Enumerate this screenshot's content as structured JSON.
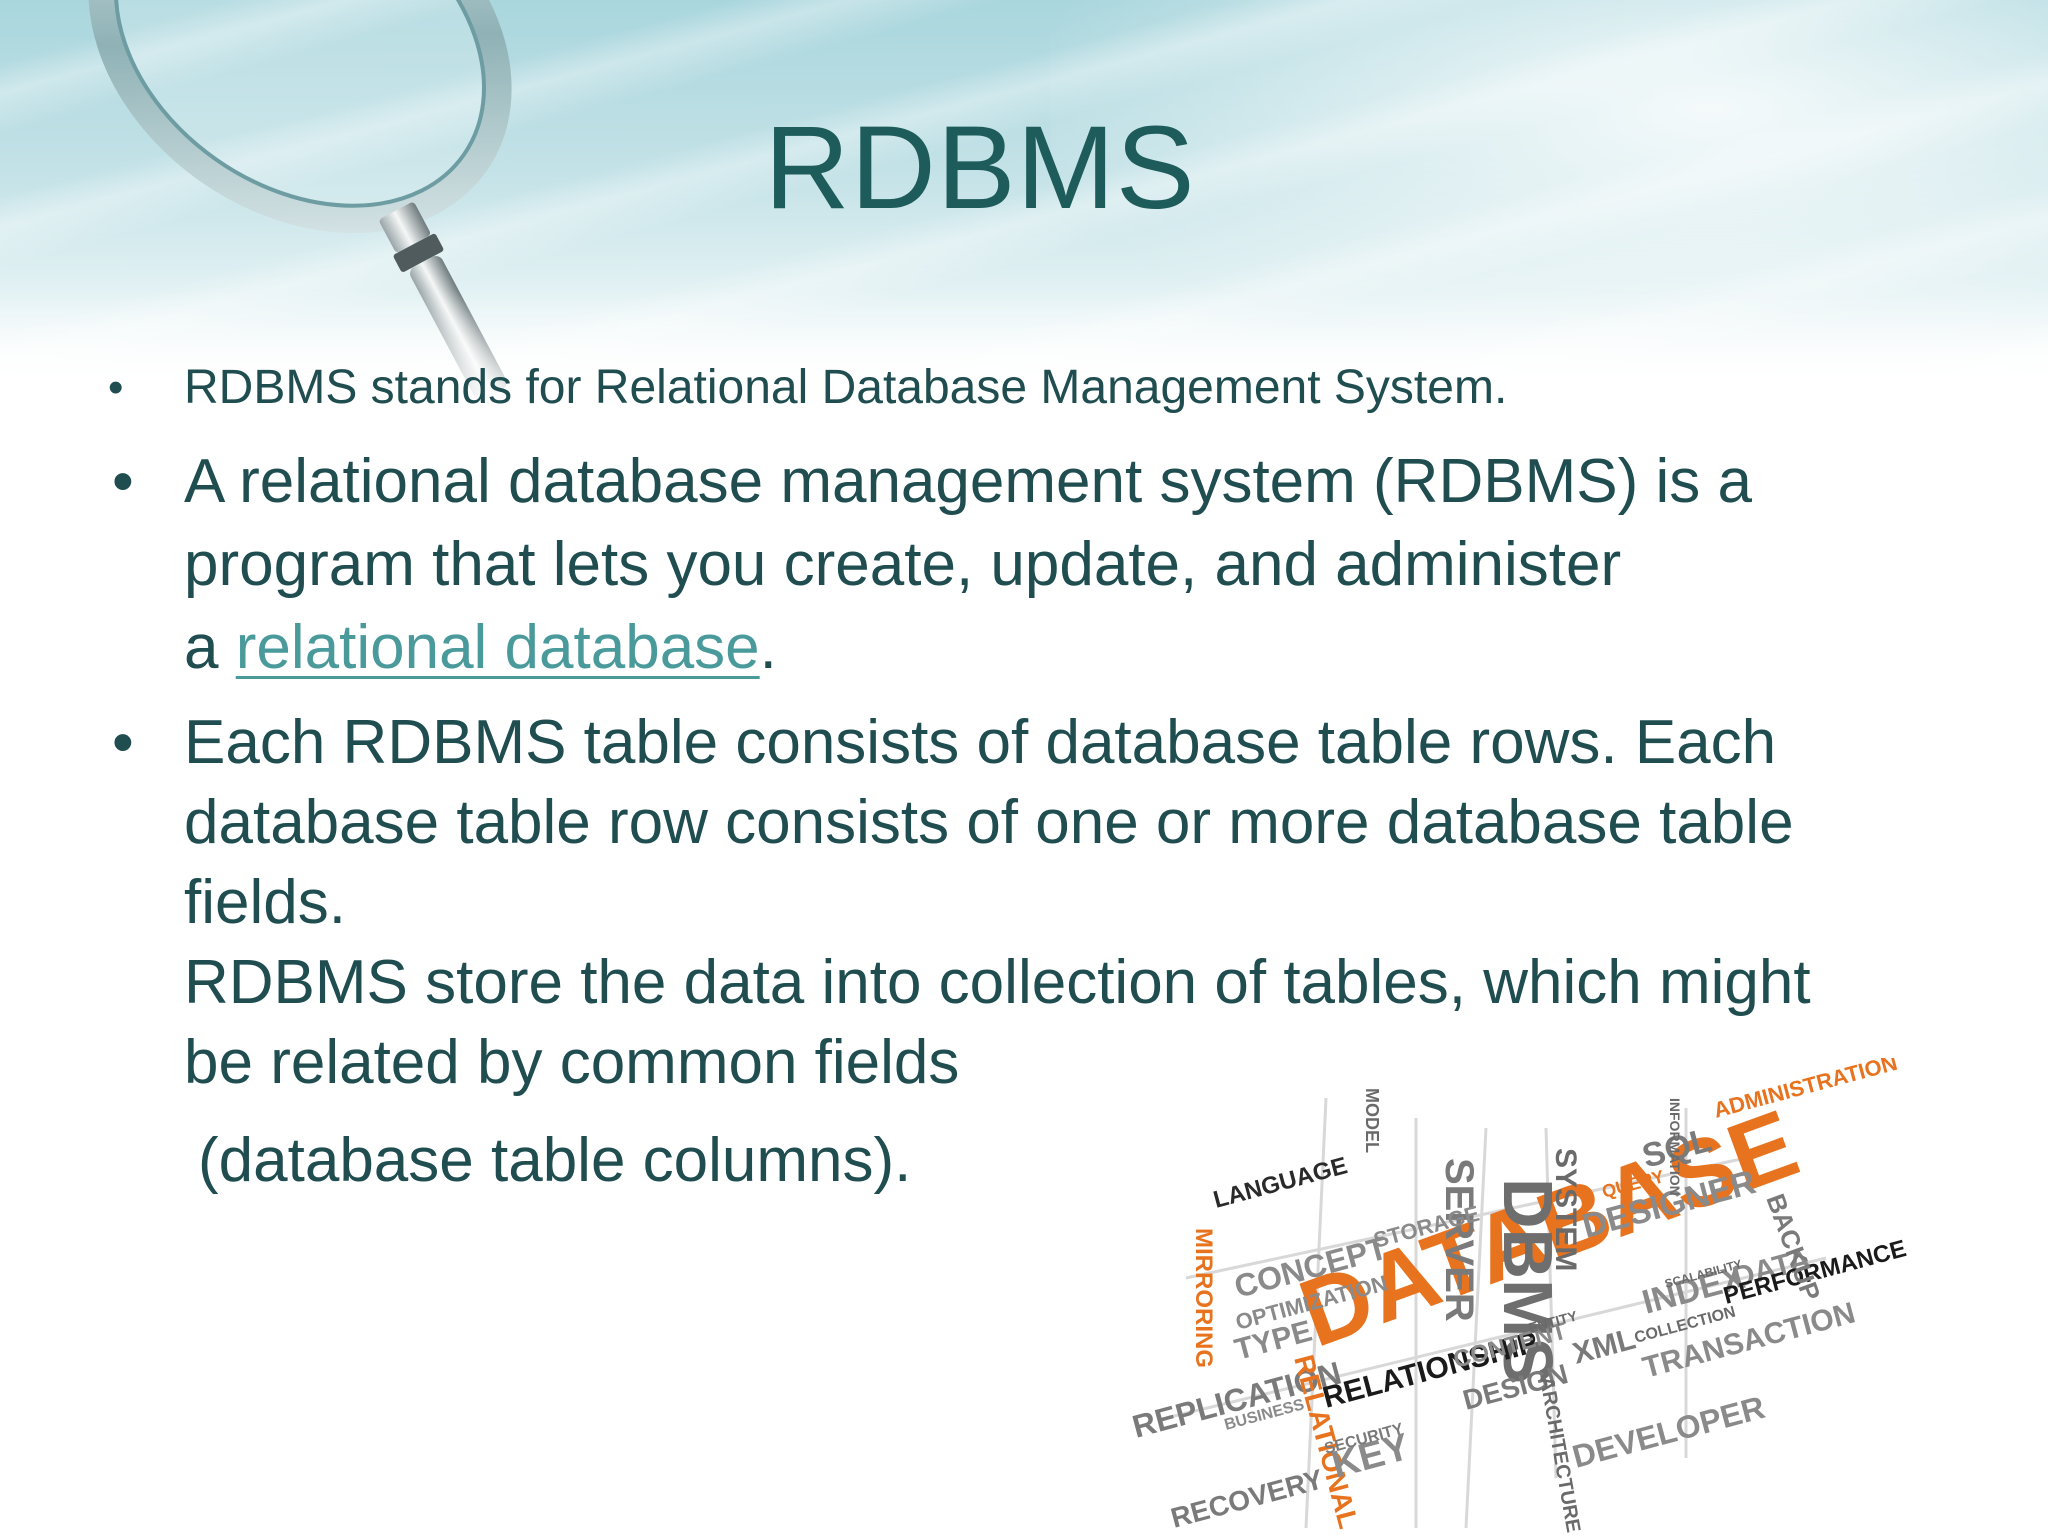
{
  "slide": {
    "title": "RDBMS",
    "bullets": {
      "b1": "RDBMS stands for Relational Database Management System.",
      "b2": {
        "line1": "A relational database management system (RDBMS) is a",
        "line2": "program that lets you create, update, and administer",
        "line3_prefix": "a ",
        "link": "relational database",
        "line3_suffix": "."
      },
      "b3": {
        "line1": "Each RDBMS table consists of database table rows. Each",
        "line2": "database table row consists of one or more database table",
        "line3": "fields.",
        "line4": "RDBMS store the data into collection of tables, which might",
        "line5": "be related by common fields",
        "line6": "(database table columns)."
      }
    },
    "bullet_symbol": "•",
    "colors": {
      "title": "#1d5c5a",
      "text": "#1f4d50",
      "link": "#4a9a9c",
      "accent_orange": "#e8731f"
    }
  },
  "word_cloud": {
    "words": [
      "DATABASE",
      "DBMS",
      "SERVER",
      "SYSTEM",
      "SQL",
      "ADMINISTRATION",
      "DESIGNER",
      "QUERY",
      "LANGUAGE",
      "CONCEPT",
      "STORAGE",
      "OPTIMIZATION",
      "TYPE",
      "REPLICATION",
      "MIRRORING",
      "RELATIONAL",
      "RELATIONSHIP",
      "CONTENT",
      "DESIGN",
      "KEY",
      "SECURITY",
      "BUSINESS",
      "INDEX",
      "DATA",
      "PERFORMANCE",
      "TRANSACTION",
      "BACKUP",
      "XML",
      "COLLECTION",
      "ARCHITECTURE",
      "DEVELOPER",
      "RECOVERY",
      "ENTITY",
      "INFORMATION",
      "SCALABILITY",
      "MODEL"
    ]
  }
}
